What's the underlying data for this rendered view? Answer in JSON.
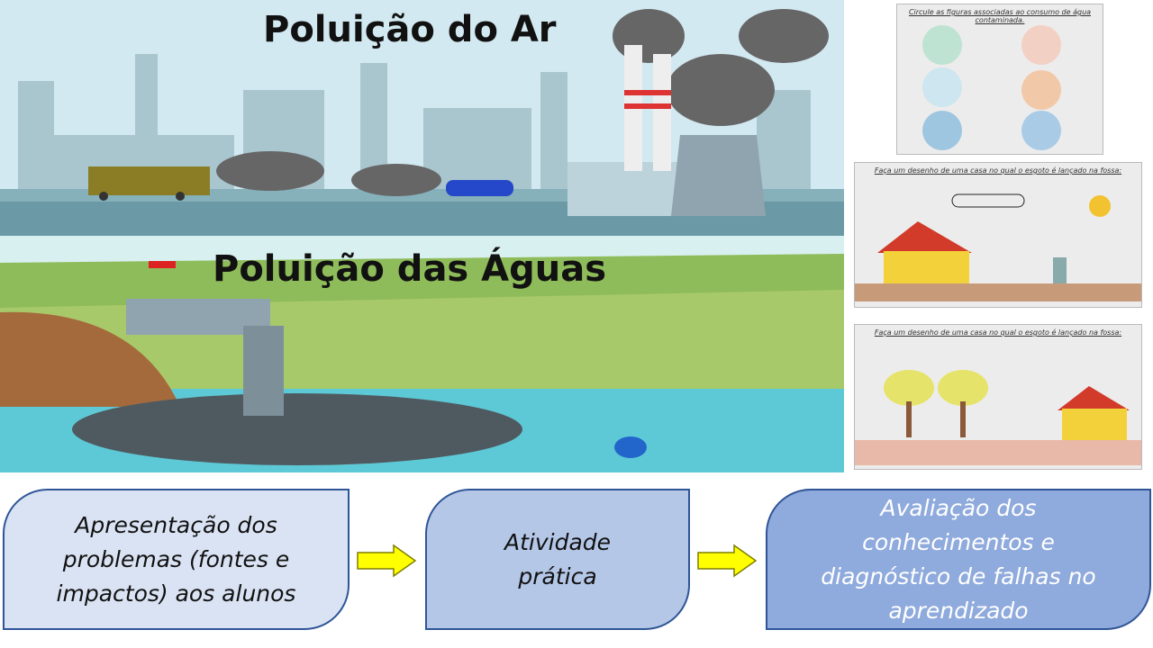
{
  "air": {
    "title": "Poluição do Ar"
  },
  "water": {
    "title": "Poluição das Águas"
  },
  "photos": [
    {
      "caption": "Circule as figuras associadas ao consumo de água contaminada."
    },
    {
      "caption": "Faça um desenho de uma casa no qual o esgoto é lançado na fossa:"
    },
    {
      "caption": "Faça um desenho de uma casa no qual o esgoto é lançado na fossa:"
    }
  ],
  "flow": [
    {
      "label": "Apresentação dos problemas (fontes e impactos) aos alunos",
      "color": "#dae3f3"
    },
    {
      "label": "Atividade prática",
      "color": "#b4c7e7"
    },
    {
      "label": "Avaliação dos conhecimentos e diagnóstico de falhas no aprendizado",
      "color": "#8faadc"
    }
  ],
  "arrow_color": "#ffff00"
}
